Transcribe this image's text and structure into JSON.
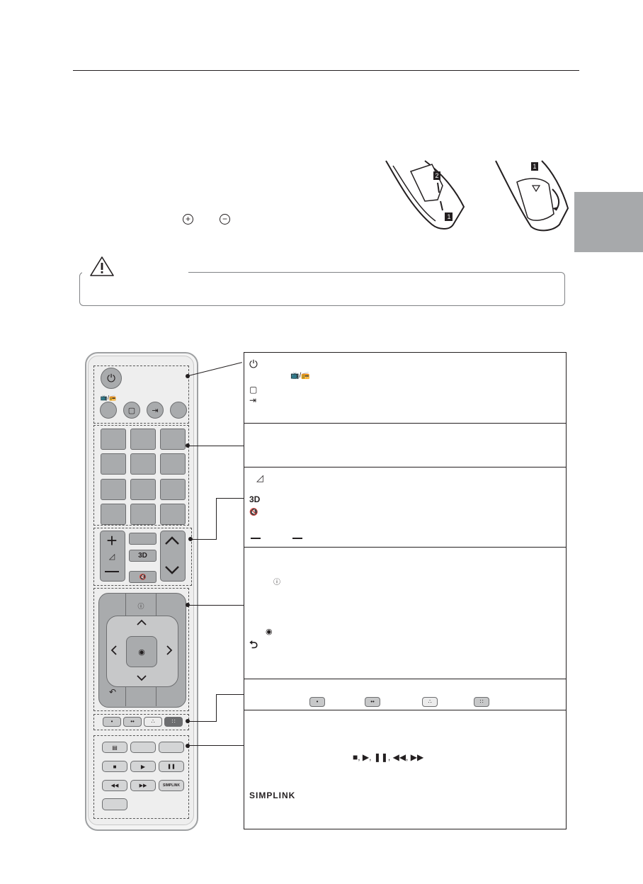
{
  "page": {
    "bg": "#ffffff",
    "tab_color": "#a7a9ab"
  },
  "battery": {
    "plus_symbol": "+",
    "minus_symbol": "−"
  },
  "steps": {
    "one": "1",
    "two": "2"
  },
  "remote": {
    "ud_up": "^",
    "ud_down": "v",
    "nav_left": "<",
    "nav_right": ">",
    "nav_up": "^",
    "nav_down": "v",
    "back": "↶",
    "three_d": "3D",
    "mute": "🔇",
    "stop": "■",
    "play": "▶",
    "pause": "❚❚",
    "rew": "◀◀",
    "ffw": "▶▶",
    "simplink": "SIMPLINK"
  },
  "callouts": {
    "power_icon": "⏻",
    "tv_radio_icon": "📺/📻",
    "ratio_icon": "▢",
    "input_icon": "⇥",
    "volume_icon": "◿",
    "three_d_icon": "3D",
    "mute_icon": "🔇",
    "info_icon": "ⓘ",
    "ok_icon": "◉",
    "back_icon": "⮌",
    "color_buttons": [
      "•",
      "••",
      "∴",
      "∷"
    ],
    "playback_icons": "■, ▶, ❚❚, ◀◀, ▶▶",
    "simplink_icon": "SIMPLINK"
  }
}
